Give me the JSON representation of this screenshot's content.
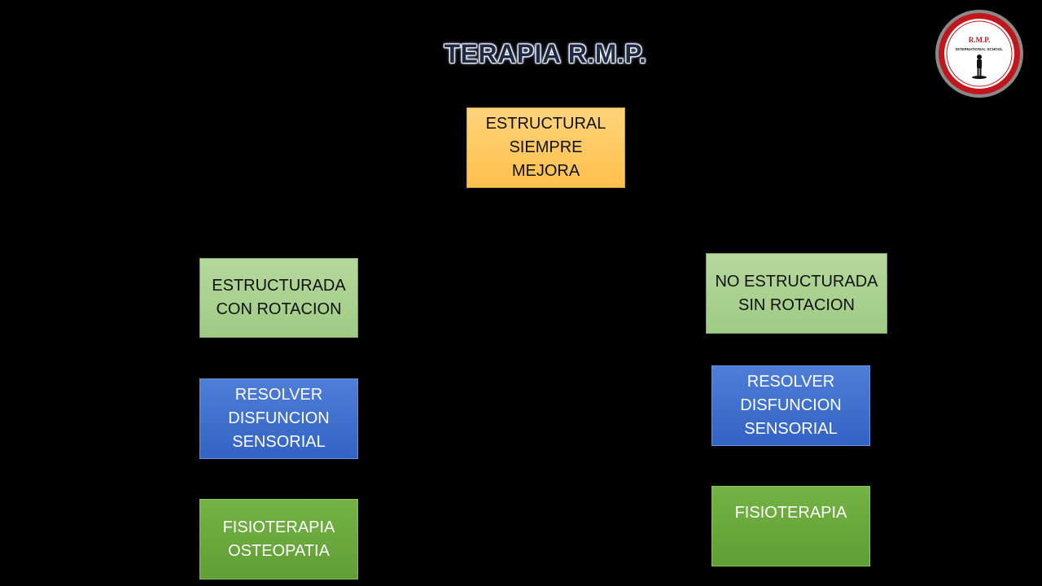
{
  "title": "TERAPIA R.M.P.",
  "logo": {
    "line1": "R.M.P.",
    "line2": "INTERNATIONAL SCHOOL",
    "colors": {
      "ring": "#c0161c",
      "inner": "#ffffff"
    }
  },
  "boxes": {
    "top": {
      "text": "ESTRUCTURAL\nSIEMPRE\nMEJORA",
      "color": "#ffc04d"
    },
    "left": {
      "header": {
        "text": "ESTRUCTURADA\nCON ROTACION",
        "color": "#a9d18e"
      },
      "sensory": {
        "text": "RESOLVER\nDISFUNCION\nSENSORIAL",
        "color": "#4472c4"
      },
      "therapy": {
        "text": "FISIOTERAPIA\nOSTEOPATIA",
        "color": "#70ad47"
      }
    },
    "right": {
      "header": {
        "text": "NO ESTRUCTURADA\nSIN ROTACION",
        "color": "#a9d18e"
      },
      "sensory": {
        "text": "RESOLVER\nDISFUNCION\nSENSORIAL",
        "color": "#4472c4"
      },
      "therapy": {
        "text": "FISIOTERAPIA",
        "color": "#70ad47"
      }
    }
  }
}
